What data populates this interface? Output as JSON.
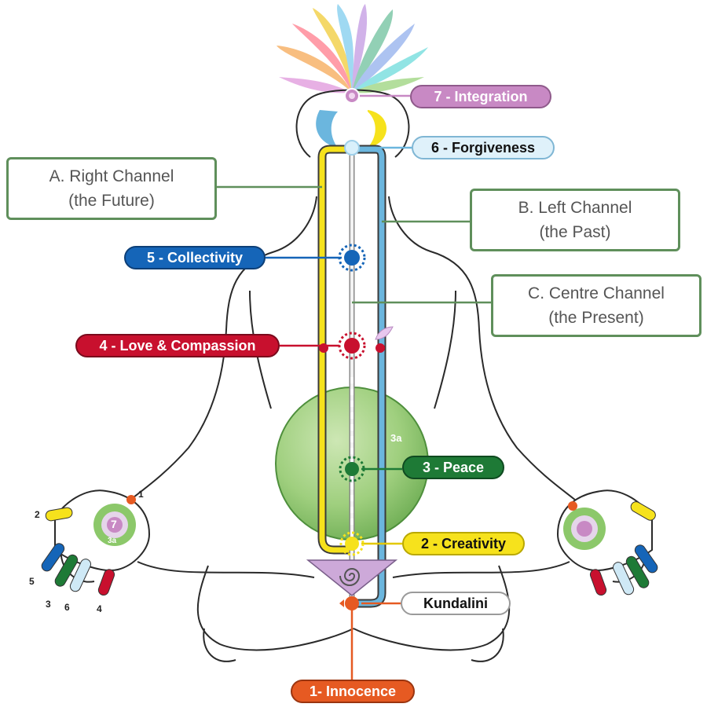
{
  "chakras": {
    "c1": {
      "label": "1- Innocence",
      "color": "#e65a22"
    },
    "c2": {
      "label": "2 - Creativity",
      "color": "#f5dd1a"
    },
    "c3": {
      "label": "3 - Peace",
      "color": "#1e7a36"
    },
    "c3a": {
      "label": "3a",
      "color": "#8cc86a"
    },
    "c4": {
      "label": "4 - Love & Compassion",
      "color": "#c8102e"
    },
    "c5": {
      "label": "5 - Collectivity",
      "color": "#1565b8"
    },
    "c6": {
      "label": "6 - Forgiveness",
      "color": "#cfe9f6"
    },
    "c7": {
      "label": "7 - Integration",
      "color": "#c889c4"
    },
    "kundalini": {
      "label": "Kundalini"
    }
  },
  "channels": {
    "right": {
      "line1": "A. Right Channel",
      "line2": "(the Future)",
      "color": "#f6e21c"
    },
    "left": {
      "line1": "B. Left Channel",
      "line2": "(the  Past)",
      "color": "#6bb6de"
    },
    "centre": {
      "line1": "C. Centre Channel",
      "line2": "(the  Present)",
      "color": "#d8d8d8"
    }
  },
  "hand": {
    "fingers": [
      "1",
      "2",
      "3",
      "4",
      "5",
      "6"
    ],
    "palm_center": "7",
    "palm_sub": "3a"
  }
}
